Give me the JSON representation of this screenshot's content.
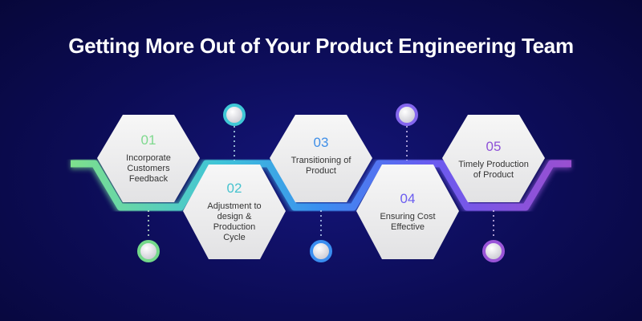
{
  "title": "Getting More Out of Your Product Engineering Team",
  "steps": [
    {
      "number": "01",
      "label": "Incorporate Customers Feedback",
      "color": "#7ed98e"
    },
    {
      "number": "02",
      "label": "Adjustment to design & Production Cycle",
      "color": "#47c3cf"
    },
    {
      "number": "03",
      "label": "Transitioning of Product",
      "color": "#3f8fe8"
    },
    {
      "number": "04",
      "label": "Ensuring Cost Effective",
      "color": "#6a5cf0"
    },
    {
      "number": "05",
      "label": "Timely Production of Product",
      "color": "#8f52d8"
    }
  ]
}
